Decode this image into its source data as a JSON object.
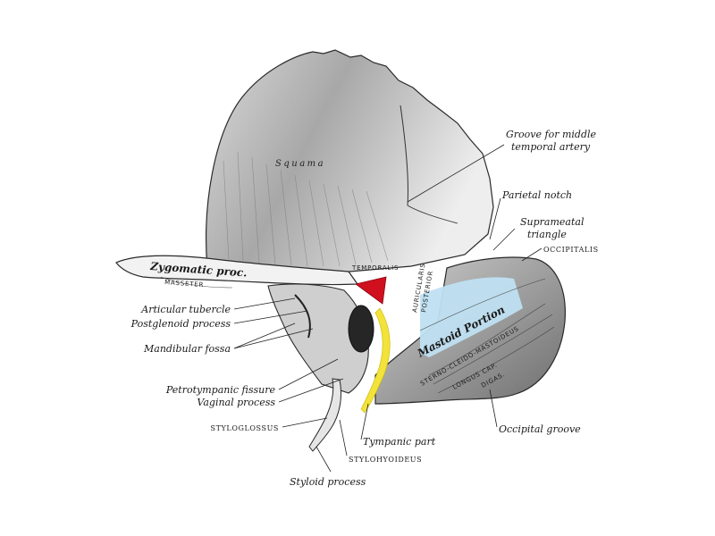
{
  "labels": {
    "squama": "Squama",
    "groove_middle_temporal_1": "Groove for middle",
    "groove_middle_temporal_2": "temporal artery",
    "parietal_notch": "Parietal notch",
    "suprameatal_1": "Suprameatal",
    "suprameatal_2": "triangle",
    "occipitalis": "OCCIPITALIS",
    "zygomatic_proc": "Zygomatic proc.",
    "temporalis": "TEMPORALIS",
    "masseter": "MASSETER",
    "auricularis_1": "AURICULARIS",
    "auricularis_2": "POSTERIOR",
    "mastoid_portion": "Mastoid Portion",
    "sterno_cleido_mastoideus": "STERNO-CLEIDO-MASTOIDEUS",
    "articular_tubercle": "Articular tubercle",
    "postglenoid_process": "Postglenoid process",
    "mandibular_fossa": "Mandibular fossa",
    "petrotympanic_fissure": "Petrotympanic fissure",
    "vaginal_process": "Vaginal process",
    "styloglossus": "STYLOGLOSSUS",
    "tympanic_part": "Tympanic part",
    "stylohyoideus": "STYLOHYOIDEUS",
    "styloid_process": "Styloid process",
    "occipital_groove": "Occipital groove",
    "digastric": "DIGAS.",
    "longus_cap": "LONGUS CAP."
  },
  "colors": {
    "bone_fill": "#efefef",
    "bone_shade": "#9a9a9a",
    "bone_outline": "#2a2a2a",
    "suprameatal_red": "#d0101e",
    "tympanic_yellow": "#f2e23a",
    "mastoid_blue": "#bfe0f2"
  }
}
